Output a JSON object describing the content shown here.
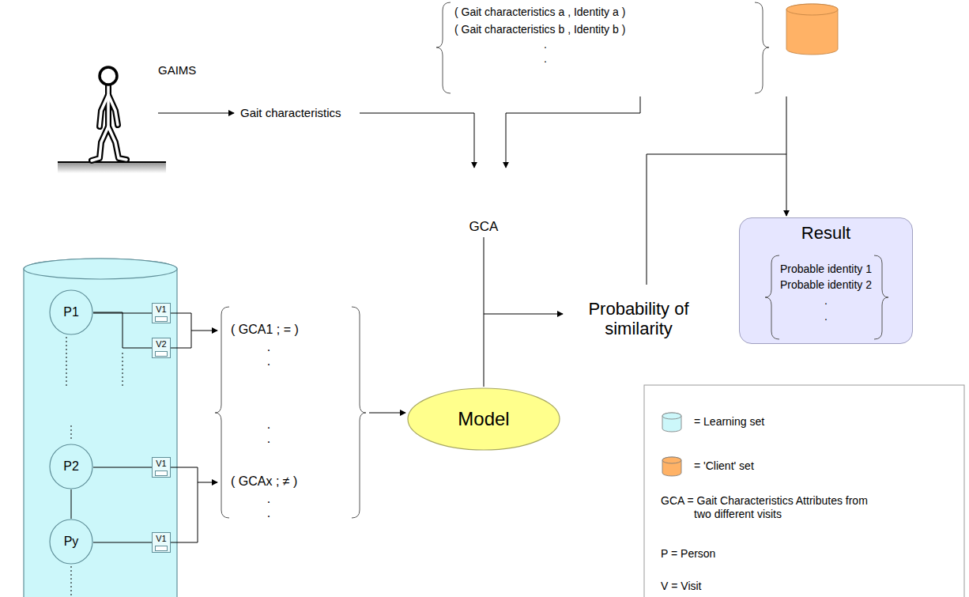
{
  "diagram": {
    "nodes": [
      {
        "text": [
          "P1"
        ]
      },
      {
        "text": [
          "V1"
        ]
      },
      {
        "text": [
          "V2"
        ]
      },
      {
        "text": [
          "P2"
        ]
      },
      {
        "text": [
          "V1"
        ]
      },
      {
        "text": [
          "Py"
        ]
      },
      {
        "text": [
          "V1"
        ]
      },
      {
        "text": [
          "Model"
        ]
      },
      {
        "text": [
          "Result",
          "Probable identity 1",
          "Probable identity 2",
          ".",
          "."
        ]
      }
    ],
    "edges": [
      {
        "from": 0,
        "to": 1,
        "arrow": "none"
      },
      {
        "from": 0,
        "to": 2,
        "arrow": "none"
      },
      {
        "from": 3,
        "to": 4,
        "arrow": "none"
      },
      {
        "from": 3,
        "to": 5,
        "arrow": "none"
      },
      {
        "from": 5,
        "to": 6,
        "arrow": "none"
      }
    ],
    "labels": [
      "GAIMS",
      "Gait characteristics",
      "( Gait characteristics a , Identity a )",
      "( Gait characteristics b , Identity b )",
      ".",
      ".",
      "GCA",
      "Probability of similarity",
      "( GCA1 ; = )",
      ".",
      ".",
      ".",
      ".",
      "( GCAx ; ≠ )",
      ".",
      "."
    ],
    "legend": [
      {
        "text": "= Learning set",
        "color": "#ccf7fa"
      },
      {
        "text": "= 'Client' set",
        "color": "#ffb266"
      },
      {
        "text": "GCA = Gait Characteristics Attributes from two different visits"
      },
      {
        "text": "P = Person"
      },
      {
        "text": "V = Visit"
      }
    ]
  }
}
